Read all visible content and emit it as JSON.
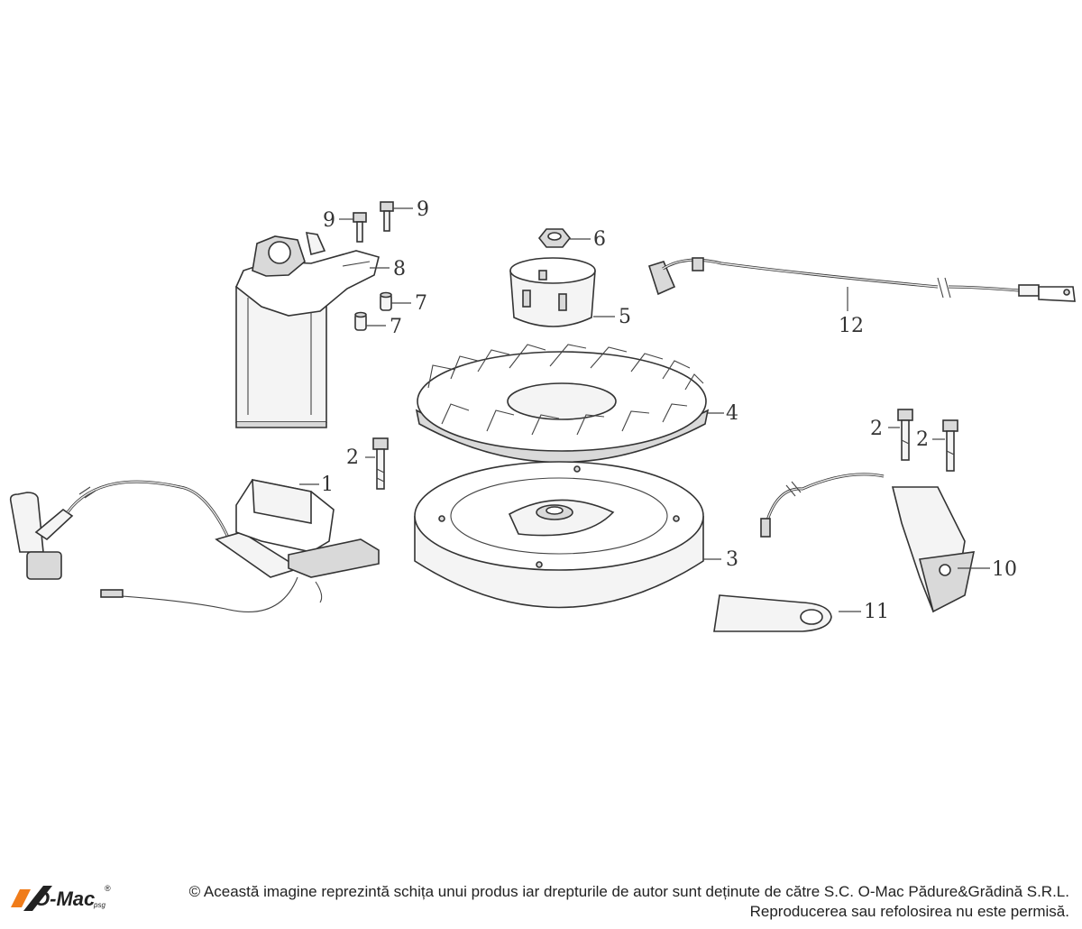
{
  "callouts": [
    {
      "id": "c1",
      "label": "1"
    },
    {
      "id": "c2a",
      "label": "2"
    },
    {
      "id": "c2b",
      "label": "2"
    },
    {
      "id": "c2c",
      "label": "2"
    },
    {
      "id": "c3",
      "label": "3"
    },
    {
      "id": "c4",
      "label": "4"
    },
    {
      "id": "c5",
      "label": "5"
    },
    {
      "id": "c6",
      "label": "6"
    },
    {
      "id": "c7a",
      "label": "7"
    },
    {
      "id": "c7b",
      "label": "7"
    },
    {
      "id": "c8",
      "label": "8"
    },
    {
      "id": "c9a",
      "label": "9"
    },
    {
      "id": "c9b",
      "label": "9"
    },
    {
      "id": "c10",
      "label": "10"
    },
    {
      "id": "c11",
      "label": "11"
    },
    {
      "id": "c12",
      "label": "12"
    }
  ],
  "footer": {
    "logo_text": "O-Mac",
    "logo_suffix": "psg",
    "logo_mark": "®",
    "copyright_line1": "© Această imagine reprezintă schița unui produs iar drepturile de autor sunt deținute de către S.C. O-Mac Pădure&Grădină S.R.L.",
    "copyright_line2": "Reproducerea sau refolosirea nu este permisă.",
    "logo_color": "#f07c1a"
  }
}
